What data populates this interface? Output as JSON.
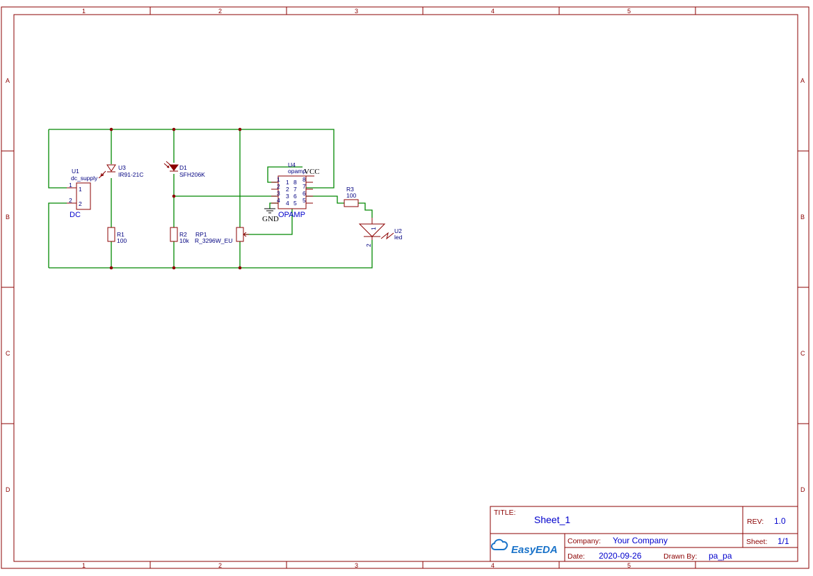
{
  "frame": {
    "columns": [
      "1",
      "2",
      "3",
      "4",
      "5"
    ],
    "rows": [
      "A",
      "B",
      "C",
      "D"
    ]
  },
  "components": {
    "u1": {
      "ref": "U1",
      "value": "dc_supply",
      "label": "DC",
      "pins": [
        "1",
        "2"
      ]
    },
    "u3": {
      "ref": "U3",
      "value": "IR91-21C"
    },
    "d1": {
      "ref": "D1",
      "value": "SFH206K"
    },
    "r1": {
      "ref": "R1",
      "value": "100"
    },
    "r2": {
      "ref": "R2",
      "value": "10k"
    },
    "rp1": {
      "ref": "RP1",
      "value": "R_3296W_EU"
    },
    "u4": {
      "ref": "U4",
      "value": "opamp",
      "label": "OPAMP",
      "left_pins": [
        "1",
        "2",
        "3",
        "4"
      ],
      "inner_left": [
        "1",
        "2",
        "3",
        "4"
      ],
      "inner_right": [
        "8",
        "7",
        "6",
        "5"
      ],
      "right_pins": [
        "8",
        "7",
        "6",
        "5"
      ]
    },
    "r3": {
      "ref": "R3",
      "value": "100"
    },
    "u2": {
      "ref": "U2",
      "value": "led",
      "pins": [
        "1",
        "2"
      ]
    }
  },
  "nets": {
    "vcc": "VCC",
    "gnd": "GND"
  },
  "title_block": {
    "title_key": "TITLE:",
    "title": "Sheet_1",
    "rev_key": "REV:",
    "rev": "1.0",
    "logo": "EasyEDA",
    "company_key": "Company:",
    "company": "Your Company",
    "sheet_key": "Sheet:",
    "sheet": "1/1",
    "date_key": "Date:",
    "date": "2020-09-26",
    "drawn_key": "Drawn By:",
    "drawn_by": "pa_pa"
  }
}
